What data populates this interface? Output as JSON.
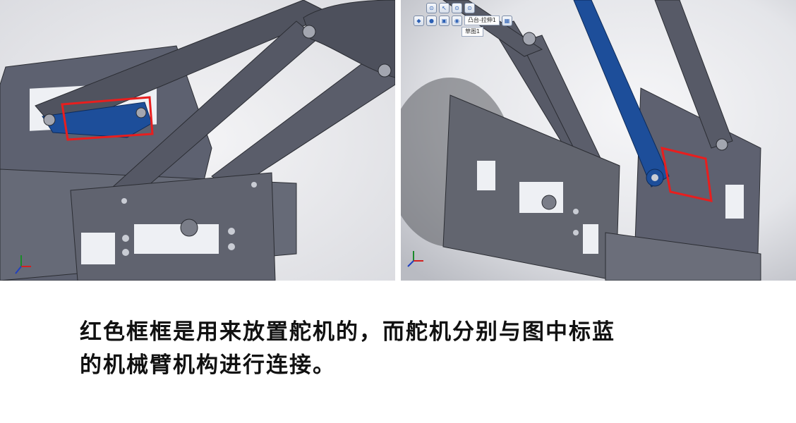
{
  "caption": {
    "line1": "红色框框是用来放置舵机的，而舵机分别与图中标蓝",
    "line2": "的机械臂机构进行连接。"
  },
  "toolbar": {
    "feature_label": "凸台-拉伸1",
    "sketch_label": "草图1"
  },
  "colors": {
    "part_gray": "#5b5f6b",
    "part_dark": "#3d4049",
    "highlight_blue": "#1d4e9a",
    "servo_frame": "#e81e1e",
    "background": "#e9eaee"
  },
  "icons": [
    "triad-icon",
    "toolbar-icon"
  ]
}
